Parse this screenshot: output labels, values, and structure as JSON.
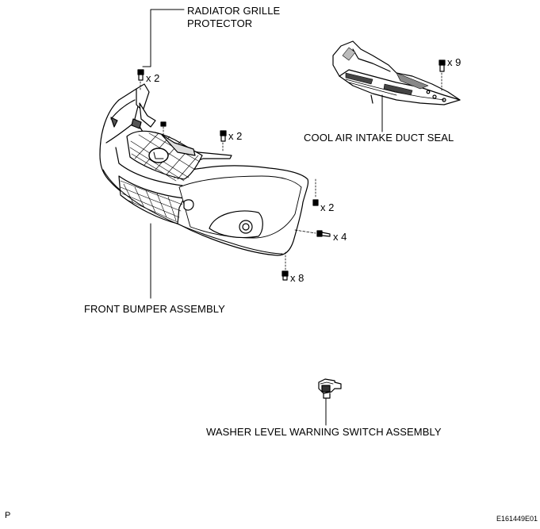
{
  "labels": {
    "radiator_grille_protector_line1": "RADIATOR GRILLE",
    "radiator_grille_protector_line2": "PROTECTOR",
    "cool_air_intake_duct_seal": "COOL AIR INTAKE DUCT SEAL",
    "front_bumper_assembly": "FRONT BUMPER ASSEMBLY",
    "washer_level_warning_switch_assembly": "WASHER LEVEL WARNING SWITCH ASSEMBLY"
  },
  "quantities": {
    "grille_protector_clip": "x 2",
    "upper_bumper_clip": "x 2",
    "duct_seal_clip": "x 9",
    "side_clip": "x 2",
    "side_screw": "x 4",
    "lower_clip": "x 8"
  },
  "corner": {
    "left": "P",
    "right": "E161449E01"
  }
}
